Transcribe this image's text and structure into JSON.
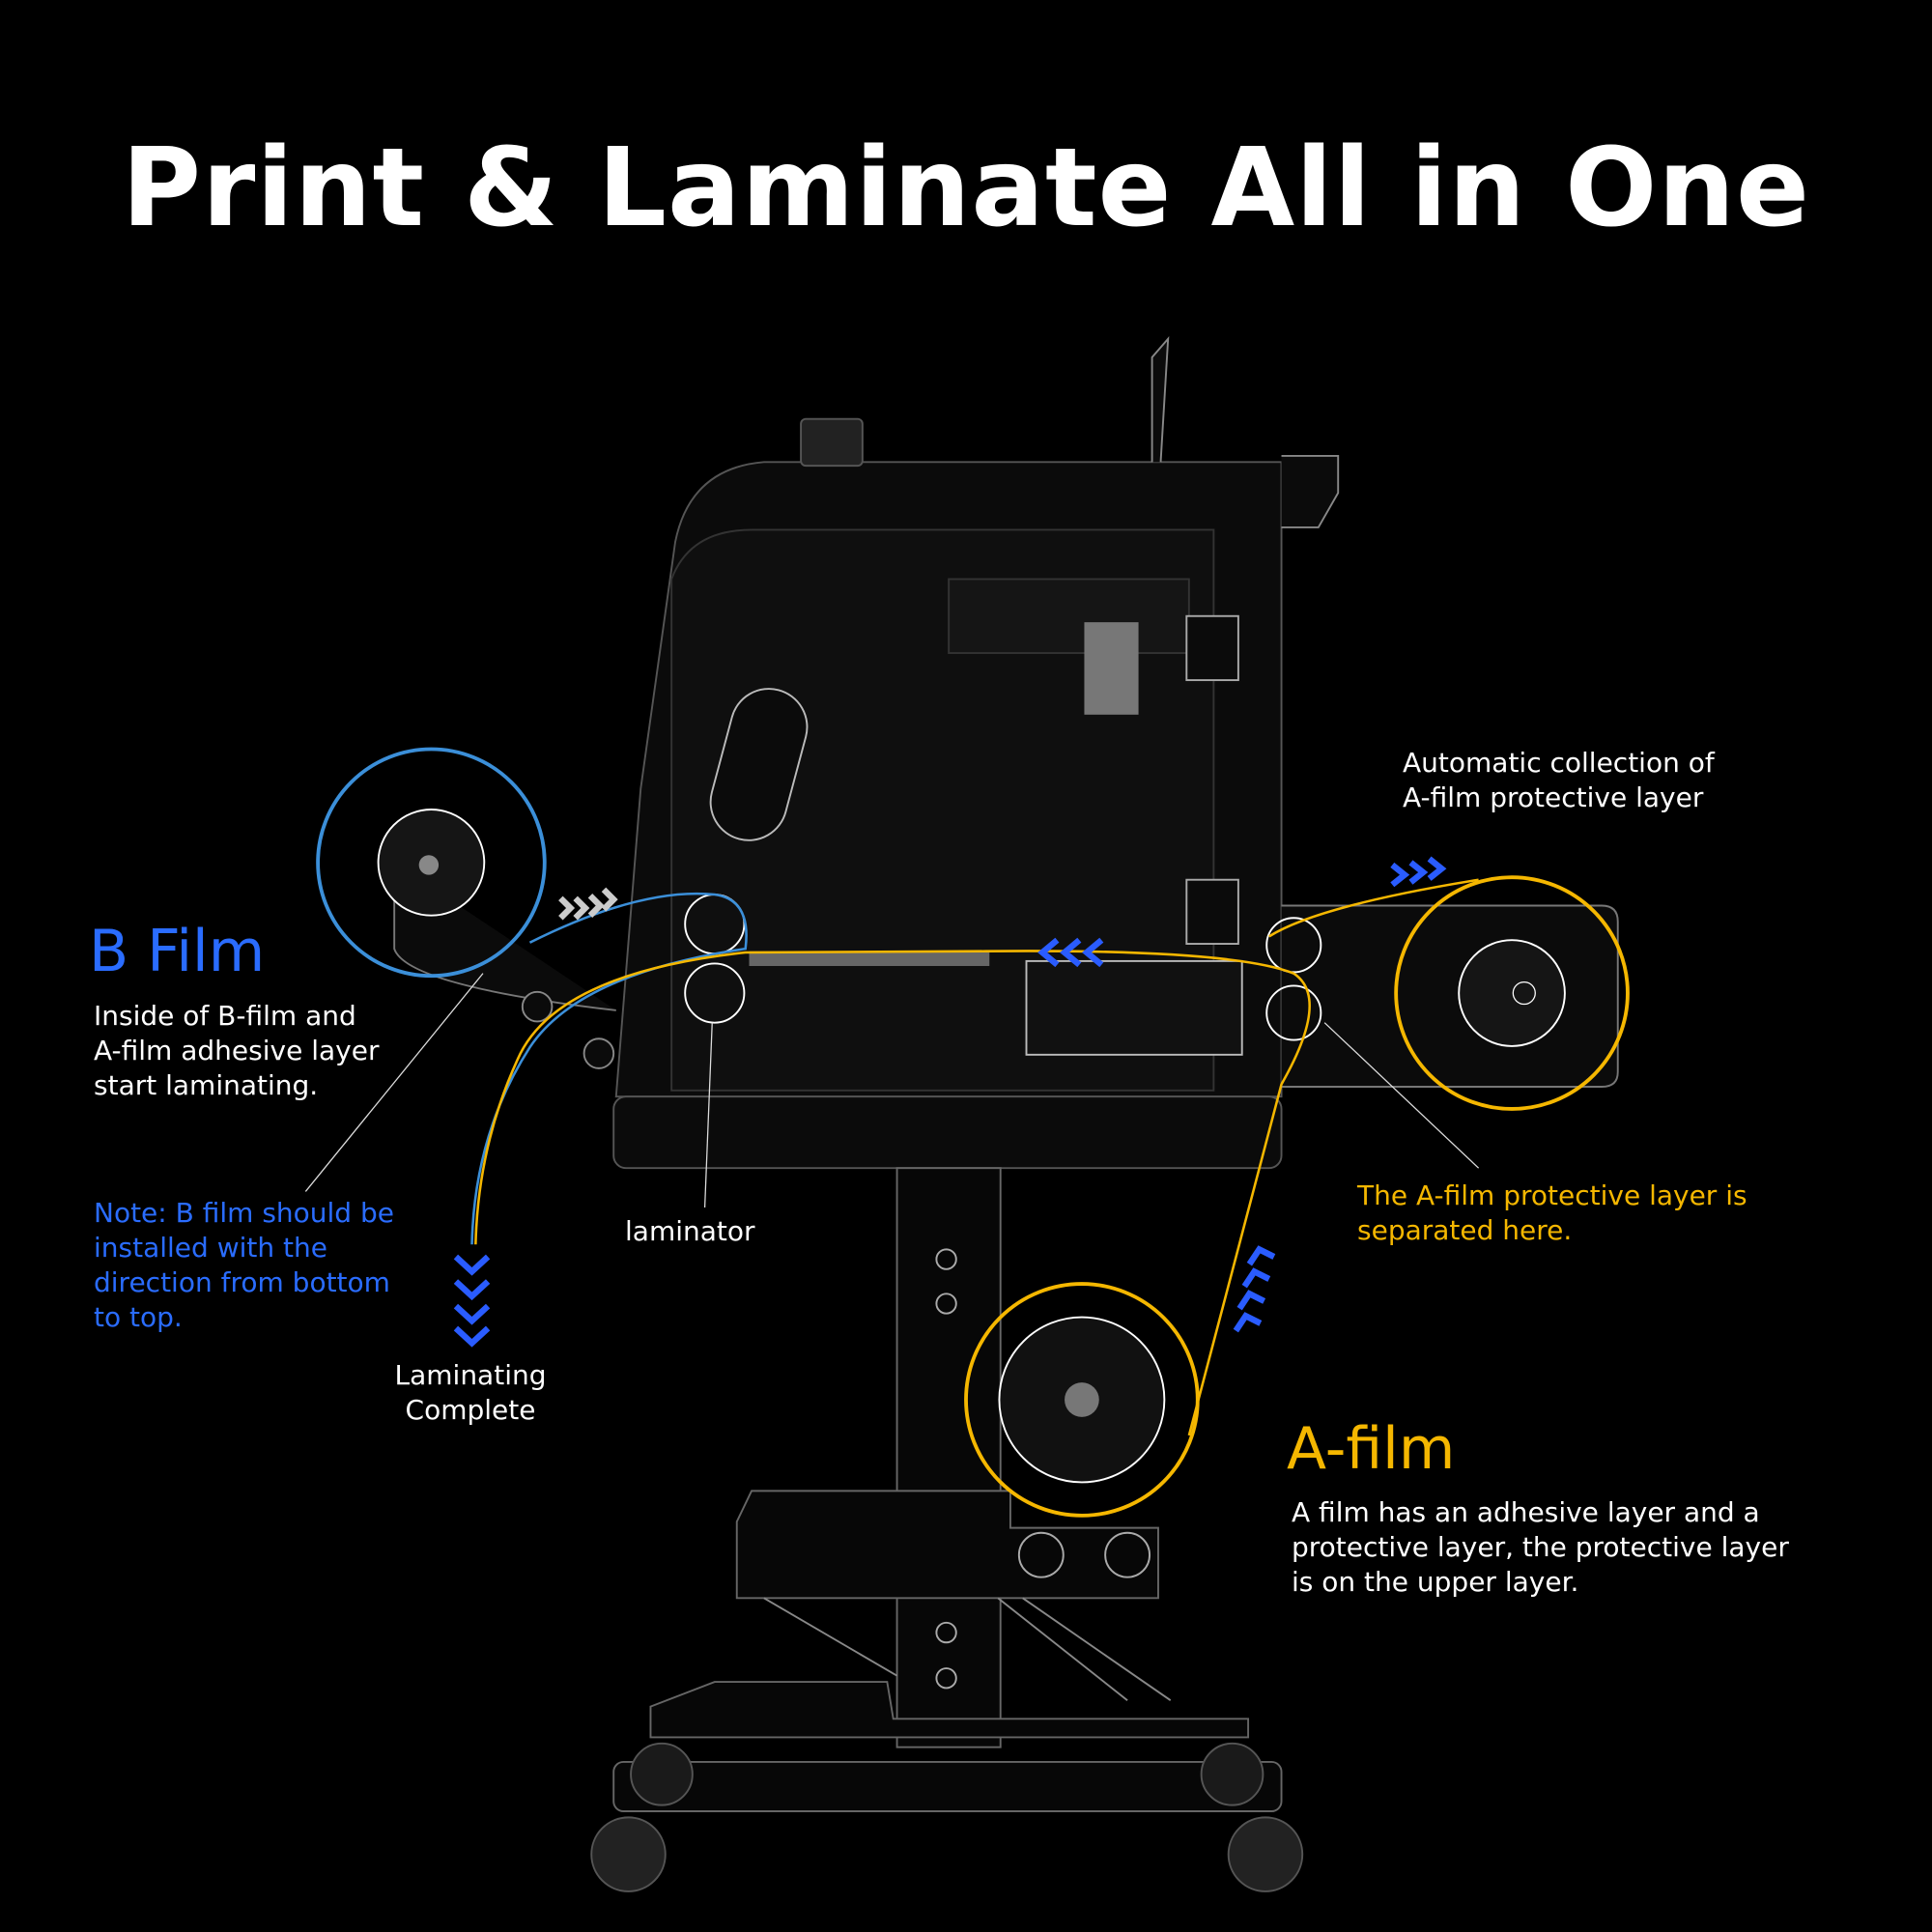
{
  "title": "Print & Laminate All in One",
  "b_film": {
    "heading": "B Film",
    "description": "Inside of B-film and\nA-film adhesive layer\nstart laminating.",
    "note": "Note: B film should be\ninstalled with the\ndirection from bottom\nto top."
  },
  "laminator_label": "laminator",
  "laminating_complete": "Laminating\nComplete",
  "auto_collection": "Automatic collection of\nA-film protective layer",
  "separation_note": "The A-film protective layer is\nseparated here.",
  "a_film": {
    "heading": "A-film",
    "description": "A film has an adhesive layer and a\nprotective layer, the protective layer\nis on the upper layer."
  },
  "colors": {
    "blue_text": "#2a6cff",
    "blue_ring": "#3b8fd9",
    "yellow": "#f5b700",
    "arrow_blue": "#2a5cff"
  }
}
